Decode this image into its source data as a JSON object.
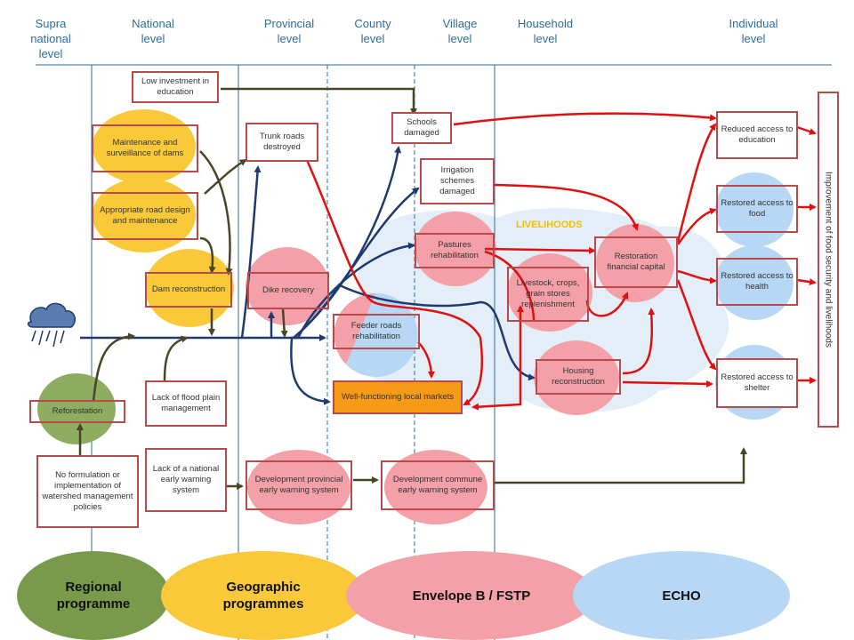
{
  "levels": [
    {
      "id": "supra",
      "label": "Supra\nnational\nlevel"
    },
    {
      "id": "national",
      "label": "National\nlevel"
    },
    {
      "id": "provincial",
      "label": "Provincial\nlevel"
    },
    {
      "id": "county",
      "label": "County\nlevel"
    },
    {
      "id": "village",
      "label": "Village\nlevel"
    },
    {
      "id": "household",
      "label": "Household\nlevel"
    },
    {
      "id": "individual",
      "label": "Individual\nlevel"
    }
  ],
  "boxes": {
    "low_investment": "Low investment in education",
    "maintenance": "Maintenance and surveillance of dams",
    "road_design": "Appropriate road design and maintenance",
    "dam_reconstruction": "Dam reconstruction",
    "trunk_roads": "Trunk roads destroyed",
    "dike_recovery": "Dike recovery",
    "schools_damaged": "Schools damaged",
    "irrigation": "Irrigation schemes damaged",
    "pastures": "Pastures rehabilitation",
    "feeder_roads": "Feeder roads rehabilitation",
    "markets": "Well-functioning local markets",
    "livestock": "Livestock, crops, grain stores replenishment",
    "housing": "Housing reconstruction",
    "restoration": "Restoration financial capital",
    "reduced_education": "Reduced access to education",
    "restored_food": "Restored access to food",
    "restored_health": "Restored access to health",
    "restored_shelter": "Restored access to shelter",
    "reforestation": "Reforestation",
    "flood_plain": "Lack of flood plain management",
    "no_formulation": "No formulation or implementation of watershed management policies",
    "early_warning": "Lack of a national early warning system",
    "dev_provincial": "Development provincial early warning system",
    "dev_commune": "Development commune early warning system",
    "outcome": "Improvement of food security and livelihoods"
  },
  "livelihoods_label": "LIVELIHOODS",
  "programmes": [
    {
      "id": "regional",
      "label": "Regional\nprogramme",
      "color": "#7a9a4b"
    },
    {
      "id": "geographic",
      "label": "Geographic\nprogrammes",
      "color": "#f9c93a"
    },
    {
      "id": "envelope",
      "label": "Envelope B / FSTP",
      "color": "#f4a0a8"
    },
    {
      "id": "echo",
      "label": "ECHO",
      "color": "#b7d7f4"
    }
  ],
  "colors": {
    "level_text": "#2c6e99",
    "red": "#e01010",
    "navy": "#1f3a6e",
    "olive": "#4a4527",
    "box_border": "#b74b4b",
    "market_fill": "#f79a17"
  }
}
